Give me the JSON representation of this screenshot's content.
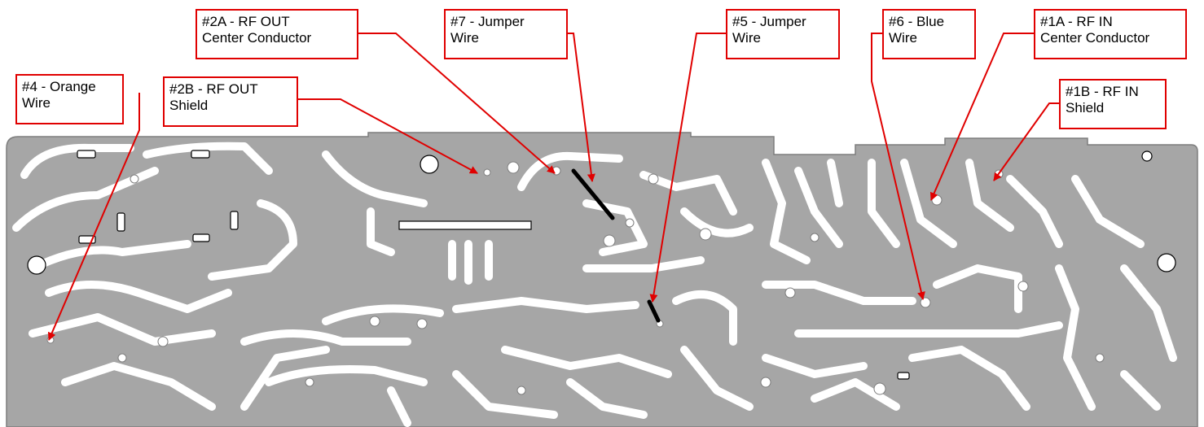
{
  "colors": {
    "board": "#a6a6a6",
    "board_edge": "#7d7d7d",
    "trace_gap": "#ffffff",
    "callout_border": "#e00000",
    "arrow": "#e00000",
    "jumper": "#000000"
  },
  "callouts": [
    {
      "id": "2a",
      "text": "#2A - RF OUT\nCenter Conductor"
    },
    {
      "id": "7",
      "text": "#7 - Jumper\nWire"
    },
    {
      "id": "5",
      "text": "#5 - Jumper\nWire"
    },
    {
      "id": "6",
      "text": "#6 - Blue\nWire"
    },
    {
      "id": "1a",
      "text": "#1A - RF IN\nCenter Conductor"
    },
    {
      "id": "4",
      "text": "#4 - Orange\nWire"
    },
    {
      "id": "2b",
      "text": "#2B - RF OUT\nShield"
    },
    {
      "id": "1b",
      "text": "#1B - RF IN\nShield"
    }
  ]
}
